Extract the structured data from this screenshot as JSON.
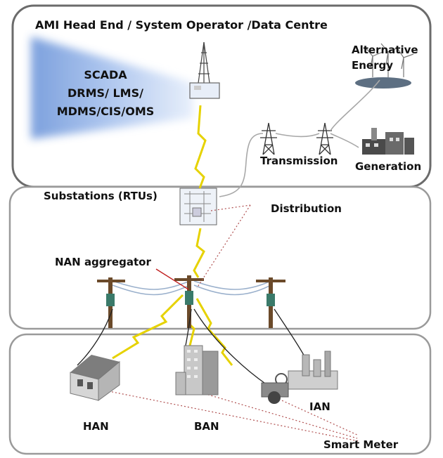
{
  "top_panel": {
    "title": "AMI Head End / System Operator /Data Centre",
    "systems": [
      "SCADA",
      "DRMS/ LMS/",
      "MDMS/CIS/OMS"
    ],
    "alternative_energy": [
      "Alternative",
      "Energy"
    ],
    "transmission": "Transmission",
    "generation": "Generation"
  },
  "middle_panel": {
    "substations": "Substations (RTUs)",
    "distribution": "Distribution",
    "nan_aggregator": "NAN aggregator"
  },
  "bottom_panel": {
    "han": "HAN",
    "ban": "BAN",
    "ian": "IAN",
    "smart_meter": "Smart Meter"
  },
  "colors": {
    "panel_border": "#777777",
    "lightning": "#f0e000",
    "glow": "#7fa8e6",
    "wire": "#9ab0cc"
  }
}
